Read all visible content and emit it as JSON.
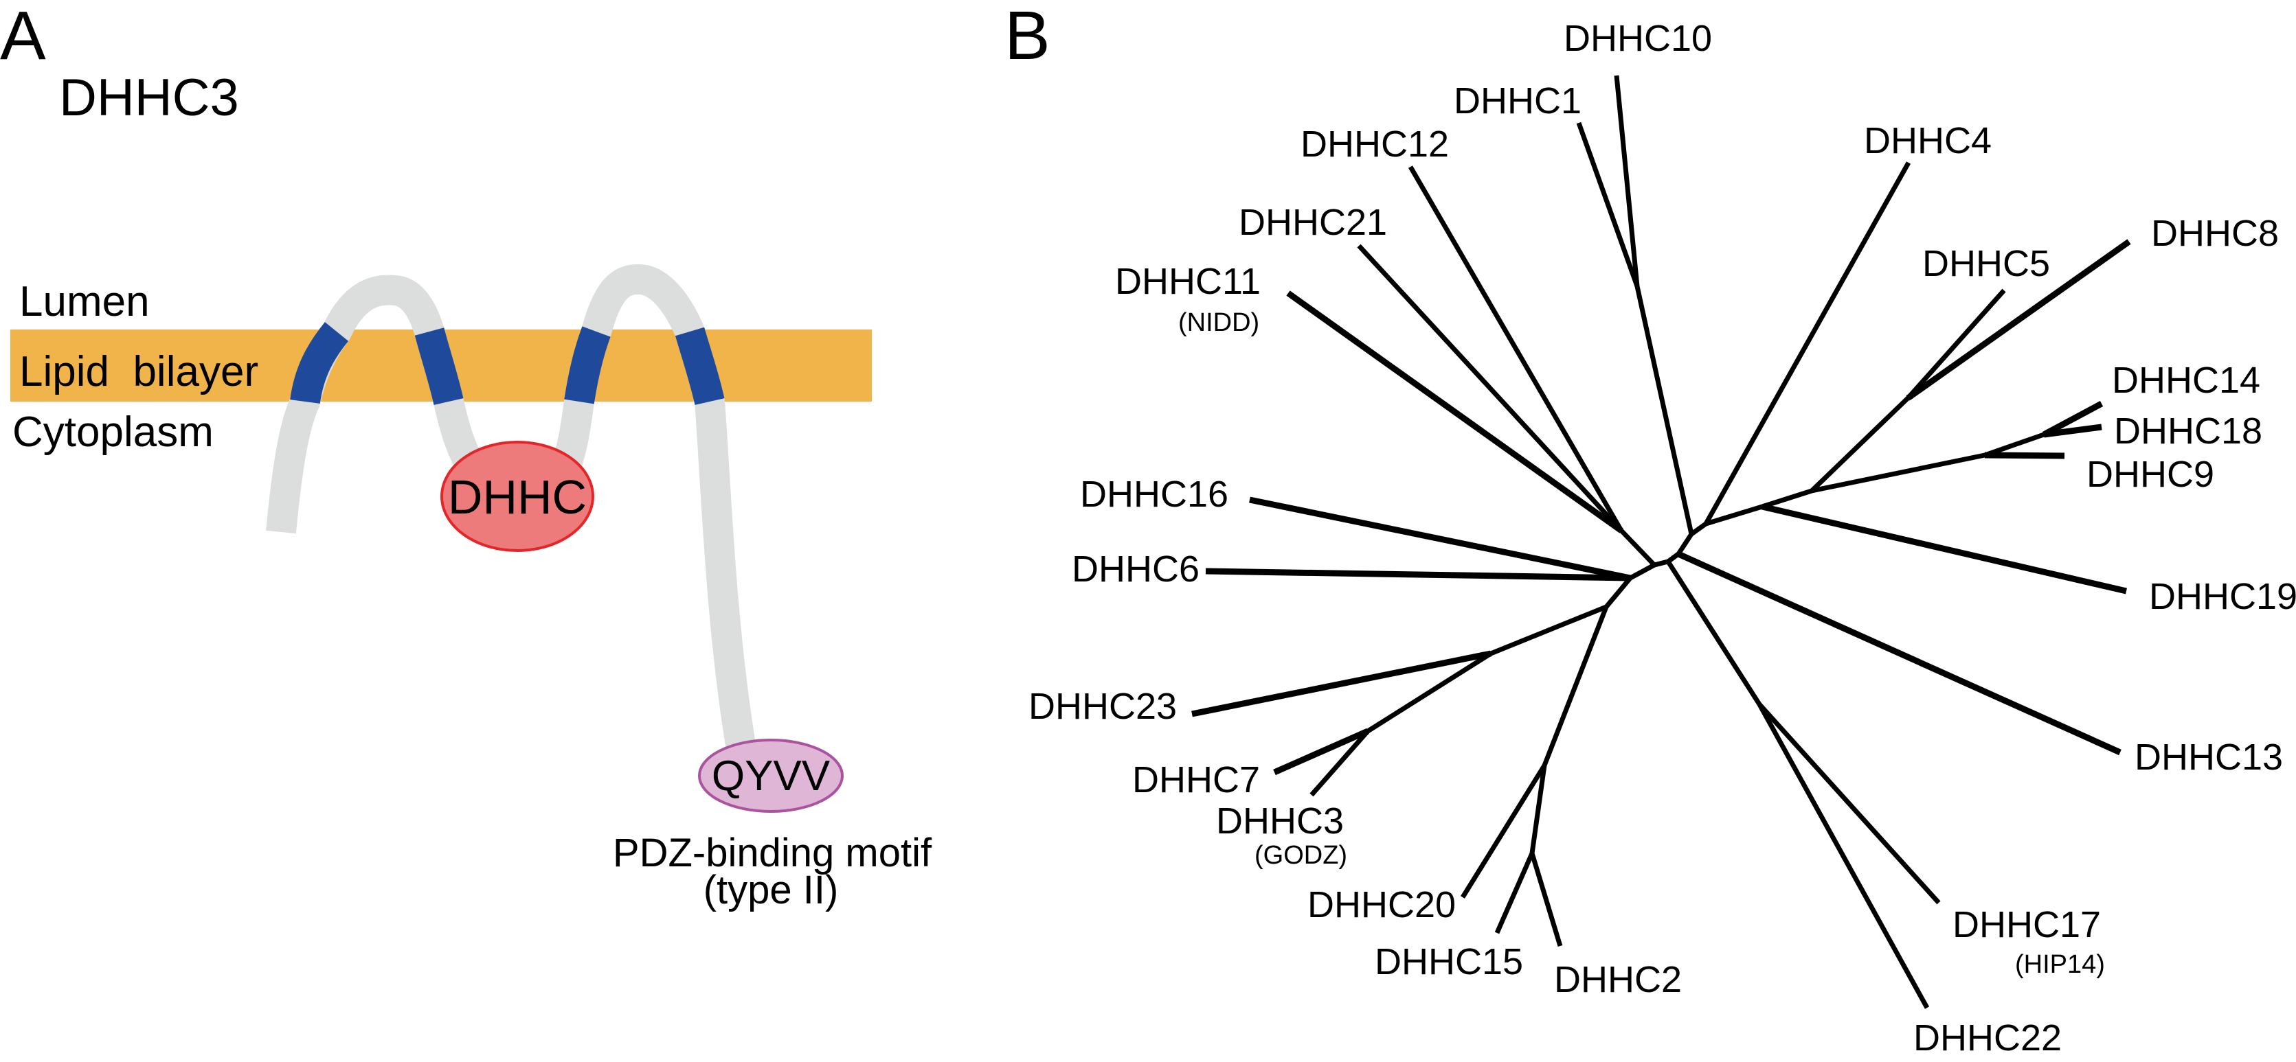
{
  "panel_a": {
    "letter": "A",
    "title": "DHHC3",
    "regions": {
      "lumen": "Lumen",
      "bilayer": "Lipid  bilayer",
      "cytoplasm": "Cytoplasm"
    },
    "domain_label": "DHHC",
    "motif_label": "QYVV",
    "motif_caption_line1": "PDZ-binding motif",
    "motif_caption_line2": "(type II)",
    "transmembrane_segments": 4,
    "colors": {
      "bilayer": "#F0B44A",
      "chain": "#DCDEDD",
      "transmembrane": "#1F4A9C",
      "domain_fill": "#EE7B7B",
      "domain_stroke": "#E3262A",
      "motif_fill": "#E0B6D6",
      "motif_stroke": "#AA549F"
    }
  },
  "panel_b": {
    "letter": "B",
    "tree_type": "unrooted phylogenetic tree",
    "leaves": [
      {
        "id": "DHHC10",
        "label": "DHHC10"
      },
      {
        "id": "DHHC1",
        "label": "DHHC1"
      },
      {
        "id": "DHHC12",
        "label": "DHHC12"
      },
      {
        "id": "DHHC21",
        "label": "DHHC21"
      },
      {
        "id": "DHHC11",
        "label": "DHHC11",
        "alias": "(NIDD)"
      },
      {
        "id": "DHHC4",
        "label": "DHHC4"
      },
      {
        "id": "DHHC5",
        "label": "DHHC5"
      },
      {
        "id": "DHHC8",
        "label": "DHHC8"
      },
      {
        "id": "DHHC14",
        "label": "DHHC14"
      },
      {
        "id": "DHHC18",
        "label": "DHHC18"
      },
      {
        "id": "DHHC9",
        "label": "DHHC9"
      },
      {
        "id": "DHHC19",
        "label": "DHHC19"
      },
      {
        "id": "DHHC16",
        "label": "DHHC16"
      },
      {
        "id": "DHHC6",
        "label": "DHHC6"
      },
      {
        "id": "DHHC23",
        "label": "DHHC23"
      },
      {
        "id": "DHHC7",
        "label": "DHHC7"
      },
      {
        "id": "DHHC3",
        "label": "DHHC3",
        "alias": "(GODZ)"
      },
      {
        "id": "DHHC20",
        "label": "DHHC20"
      },
      {
        "id": "DHHC15",
        "label": "DHHC15"
      },
      {
        "id": "DHHC2",
        "label": "DHHC2"
      },
      {
        "id": "DHHC13",
        "label": "DHHC13"
      },
      {
        "id": "DHHC17",
        "label": "DHHC17",
        "alias": "(HIP14)"
      },
      {
        "id": "DHHC22",
        "label": "DHHC22"
      }
    ],
    "edges": [
      [
        "nL",
        "nR"
      ],
      [
        "nL",
        "nUL"
      ],
      [
        "nUL",
        "DHHC12"
      ],
      [
        "nUL",
        "DHHC21"
      ],
      [
        "nUL",
        "DHHC11"
      ],
      [
        "nL",
        "n16"
      ],
      [
        "n16",
        "DHHC16"
      ],
      [
        "n16",
        "DHHC6"
      ],
      [
        "n16",
        "nLL"
      ],
      [
        "nLL",
        "n23"
      ],
      [
        "n23",
        "DHHC23"
      ],
      [
        "n23",
        "n73"
      ],
      [
        "n73",
        "DHHC7"
      ],
      [
        "n73",
        "DHHC3"
      ],
      [
        "nLL",
        "n20"
      ],
      [
        "n20",
        "DHHC20"
      ],
      [
        "n20",
        "n152"
      ],
      [
        "n152",
        "DHHC15"
      ],
      [
        "n152",
        "DHHC2"
      ],
      [
        "nR",
        "n13"
      ],
      [
        "n13",
        "DHHC13"
      ],
      [
        "n13",
        "nT"
      ],
      [
        "nT",
        "n110"
      ],
      [
        "n110",
        "DHHC1"
      ],
      [
        "n110",
        "DHHC10"
      ],
      [
        "nT",
        "n4"
      ],
      [
        "n4",
        "DHHC4"
      ],
      [
        "n4",
        "n19"
      ],
      [
        "n19",
        "DHHC19"
      ],
      [
        "n19",
        "nA"
      ],
      [
        "nA",
        "n58"
      ],
      [
        "n58",
        "DHHC5"
      ],
      [
        "n58",
        "DHHC8"
      ],
      [
        "nA",
        "n9"
      ],
      [
        "n9",
        "DHHC9"
      ],
      [
        "n9",
        "n1418"
      ],
      [
        "n1418",
        "DHHC14"
      ],
      [
        "n1418",
        "DHHC18"
      ],
      [
        "nR",
        "n1722"
      ],
      [
        "n1722",
        "DHHC17"
      ],
      [
        "n1722",
        "DHHC22"
      ]
    ],
    "edge_color": "#000000"
  }
}
